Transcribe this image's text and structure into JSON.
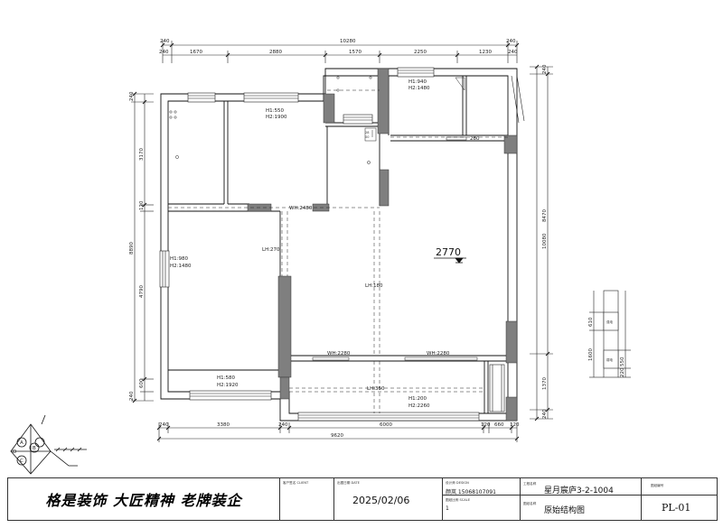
{
  "plan": {
    "dims_top_total": "10280",
    "dims_top": [
      "240",
      "1670",
      "2880",
      "1570",
      "2250",
      "1230",
      "240"
    ],
    "dims_top_row1_small": [
      "240",
      "240"
    ],
    "dims_bottom": [
      "240",
      "3380",
      "240",
      "6000",
      "120",
      "660",
      "120"
    ],
    "dims_bottom_total": "9620",
    "dims_left": [
      "240",
      "3170",
      "120",
      "4790",
      "600",
      "240"
    ],
    "dims_left_total": "8890",
    "dims_right": [
      "240",
      "8470",
      "1370",
      "240"
    ],
    "dims_right_total": "10080",
    "ceiling_height": "2770",
    "notes": {
      "w1": [
        "H1:550",
        "H2:1900"
      ],
      "w2": [
        "H1:940",
        "H2:1480"
      ],
      "w3": [
        "H1:980",
        "H2:1480"
      ],
      "w4": [
        "H1:580",
        "H2:1920"
      ],
      "w5": [
        "H1:200",
        "H2:2260"
      ],
      "beam_top": "WH:2480",
      "beam_left": "LH:270",
      "beam_mid": "LH:180",
      "beam_bottom": "LH:350",
      "beam_kitchen": "280",
      "beam_b1": "WH:2280",
      "beam_b2": "WH:2280"
    },
    "tiny_marks": [
      "28",
      "00"
    ],
    "detail": {
      "dims": [
        "610",
        "1600",
        "550",
        "220"
      ],
      "labels": [
        "强电",
        "弱电"
      ]
    },
    "logo_letters": [
      "A",
      "B",
      "C",
      "D"
    ]
  },
  "titleblock": {
    "brand": "格是装饰 大匠精神 老牌装企",
    "client_label": "客户签名 CLIENT",
    "date_label": "出图日期 DATE",
    "date": "2025/02/06",
    "designer_label": "设计师 DESIGN",
    "designer": "颜岚 15068107091",
    "scale_label": "图纸比例 SCALE",
    "scale": "1",
    "project_label": "工程名称",
    "project": "星月宸庐3-2-1004",
    "drawing_label": "图纸名称",
    "drawing": "原始结构图",
    "number_label": "图纸编号",
    "number": "PL-01"
  }
}
